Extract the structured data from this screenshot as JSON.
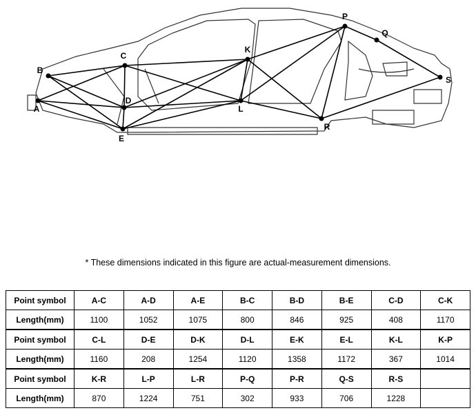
{
  "note": "*  These dimensions indicated in this figure are actual-measurement dimensions.",
  "points": [
    {
      "id": "A",
      "label": "A"
    },
    {
      "id": "B",
      "label": "B"
    },
    {
      "id": "C",
      "label": "C"
    },
    {
      "id": "D",
      "label": "D"
    },
    {
      "id": "E",
      "label": "E"
    },
    {
      "id": "K",
      "label": "K"
    },
    {
      "id": "L",
      "label": "L"
    },
    {
      "id": "P",
      "label": "P"
    },
    {
      "id": "Q",
      "label": "Q"
    },
    {
      "id": "R",
      "label": "R"
    },
    {
      "id": "S",
      "label": "S"
    }
  ],
  "table": {
    "row_header_symbol": "Point symbol",
    "row_header_length": "Length(mm)",
    "blocks": [
      {
        "symbols": [
          "A-C",
          "A-D",
          "A-E",
          "B-C",
          "B-D",
          "B-E",
          "C-D",
          "C-K"
        ],
        "lengths": [
          "1100",
          "1052",
          "1075",
          "800",
          "846",
          "925",
          "408",
          "1170"
        ]
      },
      {
        "symbols": [
          "C-L",
          "D-E",
          "D-K",
          "D-L",
          "E-K",
          "E-L",
          "K-L",
          "K-P"
        ],
        "lengths": [
          "1160",
          "208",
          "1254",
          "1120",
          "1358",
          "1172",
          "367",
          "1014"
        ]
      },
      {
        "symbols": [
          "K-R",
          "L-P",
          "L-R",
          "P-Q",
          "P-R",
          "Q-S",
          "R-S",
          ""
        ],
        "lengths": [
          "870",
          "1224",
          "751",
          "302",
          "933",
          "706",
          "1228",
          ""
        ]
      }
    ]
  }
}
